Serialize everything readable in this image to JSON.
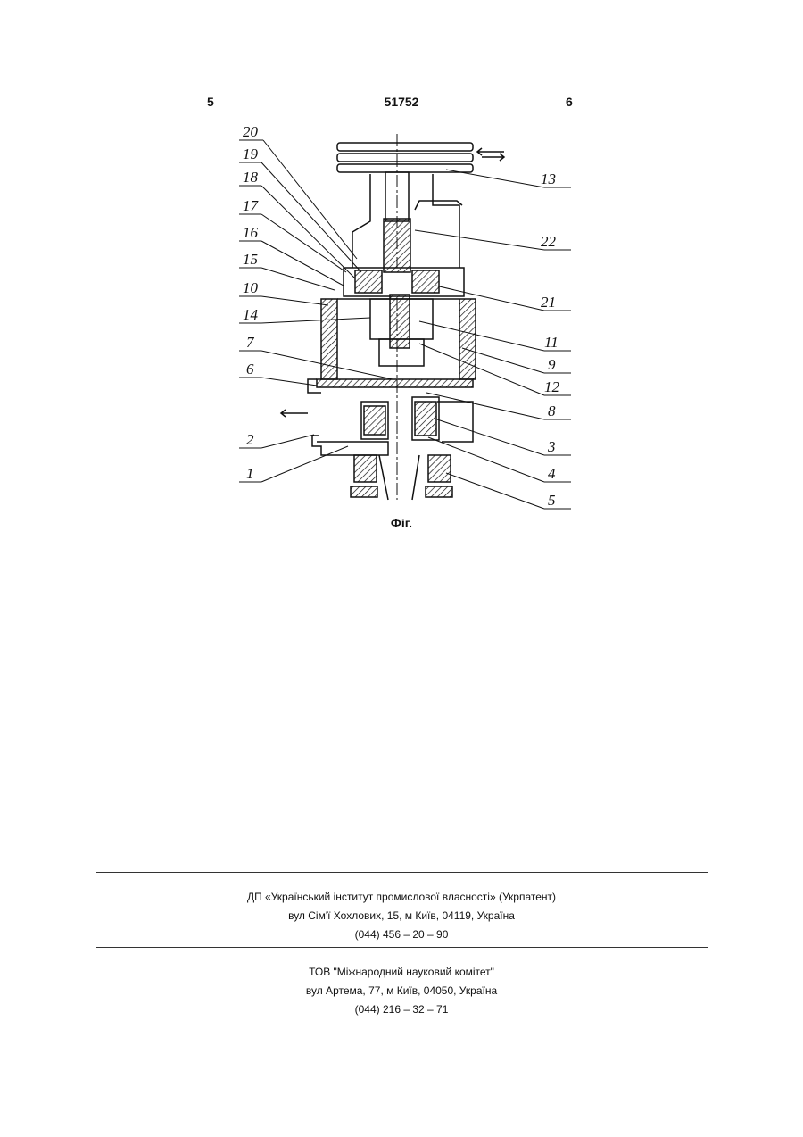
{
  "header": {
    "page_left": "5",
    "patent_number": "51752",
    "page_right": "6"
  },
  "figure": {
    "caption": "Фіг.",
    "labels": [
      "20",
      "19",
      "18",
      "17",
      "16",
      "15",
      "10",
      "14",
      "7",
      "6",
      "2",
      "1",
      "13",
      "22",
      "21",
      "11",
      "9",
      "12",
      "8",
      "3",
      "4",
      "5"
    ]
  },
  "publisher": {
    "name": "ДП «Український інститут промислової власності» (Укрпатент)",
    "address": "вул  Сім'ї Хохлових, 15, м  Київ, 04119, Україна",
    "phone": "(044) 456 – 20 –  90"
  },
  "printer": {
    "name": "ТОВ \"Міжнародний науковий комітет\"",
    "address": "вул  Артема, 77, м  Київ, 04050, Україна",
    "phone": "(044) 216 – 32 – 71"
  }
}
